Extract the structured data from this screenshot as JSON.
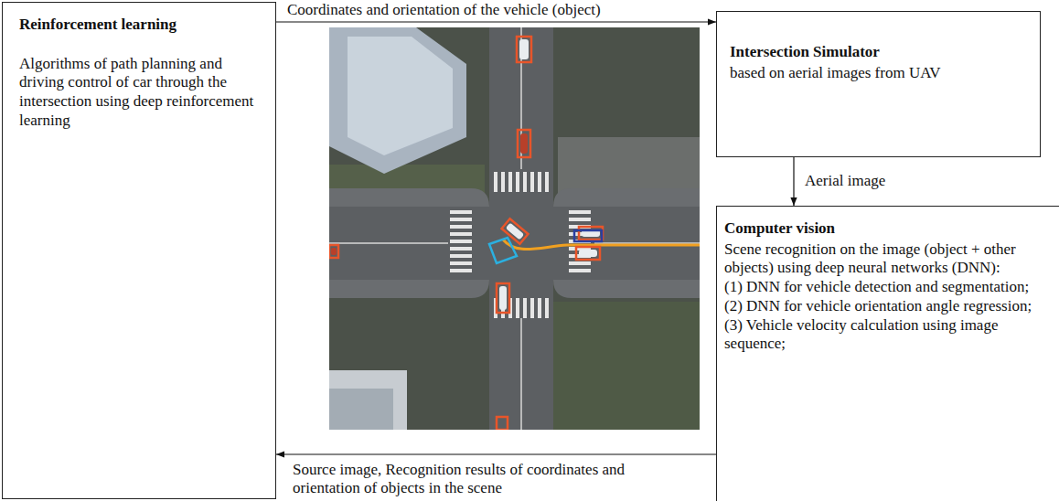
{
  "diagram": {
    "nodes": [
      {
        "text": [
          "Reinforcement learning",
          "Algorithms of path planning and driving control of car through the intersection using deep reinforcement learning"
        ]
      },
      {
        "text": [
          "Intersection Simulator",
          "based on aerial images from UAV"
        ]
      },
      {
        "text": [
          "Computer vision",
          "Scene recognition on the image (object + other objects) using deep neural networks (DNN):",
          "(1) DNN for vehicle detection and segmentation;",
          "(2) DNN for vehicle orientation angle regression;",
          "(3) Vehicle velocity calculation using image sequence;"
        ]
      }
    ],
    "edges": [
      {
        "from": 0,
        "to": 1,
        "label": "Coordinates and orientation of the vehicle (object)",
        "arrow": "to"
      },
      {
        "from": 1,
        "to": 2,
        "label": "Aerial image",
        "arrow": "to"
      },
      {
        "from": 2,
        "to": 0,
        "label": "Source image, Recognition results of coordinates and orientation of objects in the scene",
        "arrow": "to"
      }
    ]
  }
}
